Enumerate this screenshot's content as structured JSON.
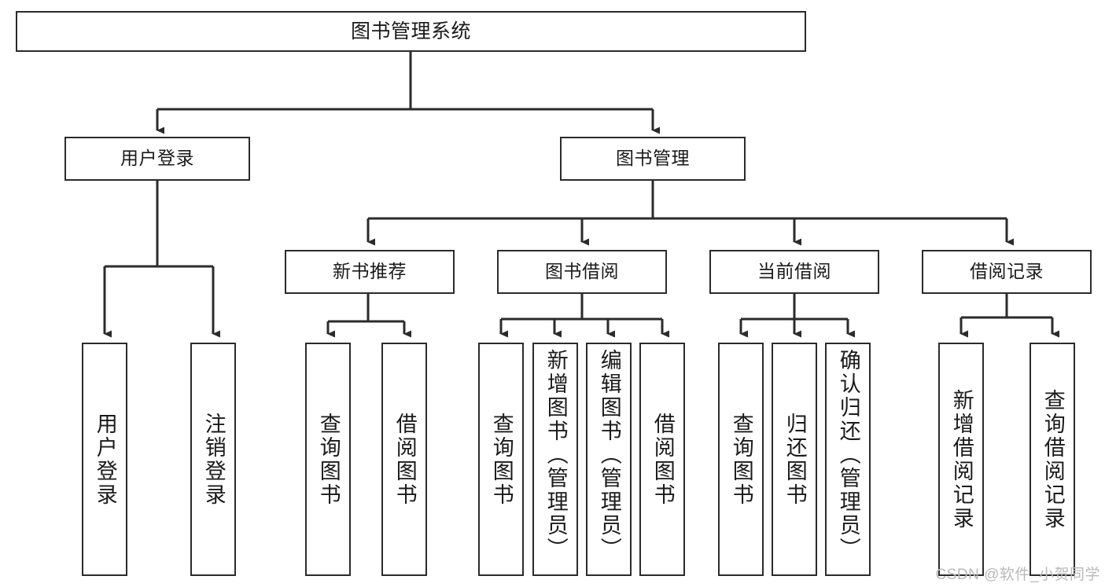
{
  "diagram": {
    "title": "图书管理系统",
    "root": {
      "label": "图书管理系统"
    },
    "level2": [
      {
        "label": "用户登录"
      },
      {
        "label": "图书管理"
      }
    ],
    "level3": [
      {
        "label": "新书推荐"
      },
      {
        "label": "图书借阅"
      },
      {
        "label": "当前借阅"
      },
      {
        "label": "借阅记录"
      }
    ],
    "leaves": {
      "user_login": [
        {
          "label": "用户登录"
        },
        {
          "label": "注销登录"
        }
      ],
      "new_book_recommend": [
        {
          "label": "查询图书"
        },
        {
          "label": "借阅图书"
        }
      ],
      "book_borrow": [
        {
          "label": "查询图书"
        },
        {
          "label": "新增图书（管理员）"
        },
        {
          "label": "编辑图书（管理员）"
        },
        {
          "label": "借阅图书"
        }
      ],
      "current_borrow": [
        {
          "label": "查询图书"
        },
        {
          "label": "归还图书"
        },
        {
          "label": "确认归还（管理员）"
        }
      ],
      "borrow_record": [
        {
          "label": "新增借阅记录"
        },
        {
          "label": "查询借阅记录"
        }
      ]
    }
  },
  "watermark": {
    "text": "CSDN @软件_小贺同学"
  },
  "colors": {
    "stroke": "#2b2b2b",
    "background": "#ffffff",
    "text": "#1a1a1a",
    "watermark": "#b9b9b9"
  }
}
